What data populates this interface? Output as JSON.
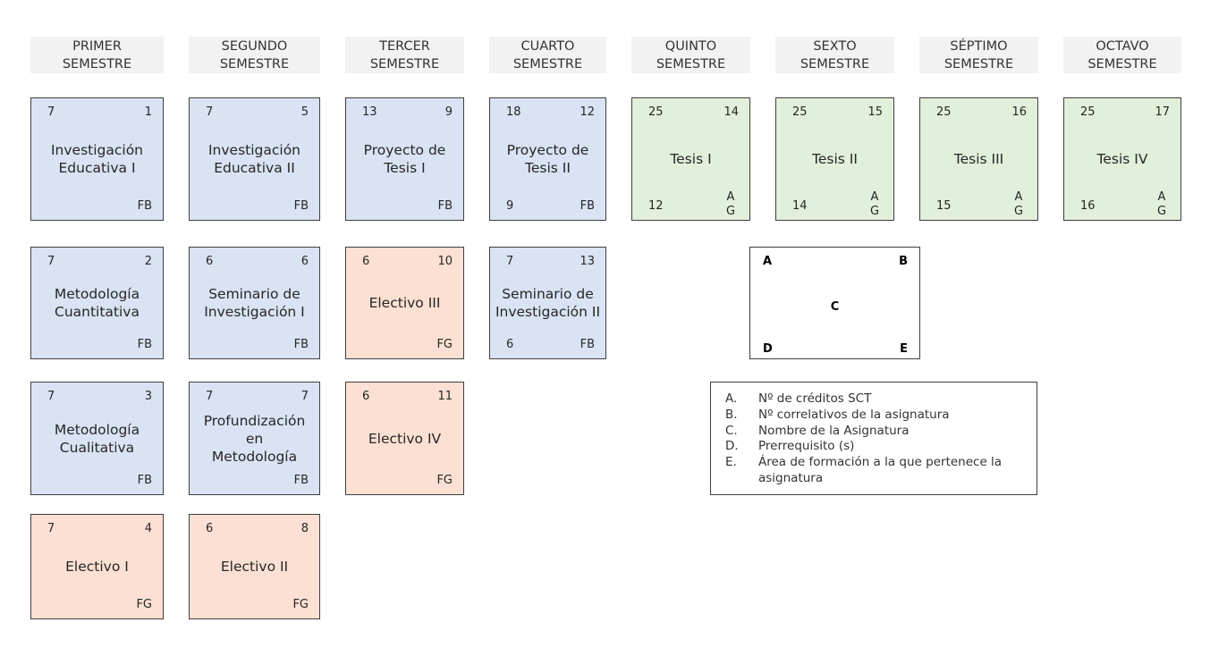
{
  "headers": [
    {
      "line1": "PRIMER",
      "line2": "SEMESTRE"
    },
    {
      "line1": "SEGUNDO",
      "line2": "SEMESTRE"
    },
    {
      "line1": "TERCER",
      "line2": "SEMESTRE"
    },
    {
      "line1": "CUARTO",
      "line2": "SEMESTRE"
    },
    {
      "line1": "QUINTO",
      "line2": "SEMESTRE"
    },
    {
      "line1": "SEXTO",
      "line2": "SEMESTRE"
    },
    {
      "line1": "SÉPTIMO",
      "line2": "SEMESTRE"
    },
    {
      "line1": "OCTAVO",
      "line2": "SEMESTRE"
    }
  ],
  "courses": [
    {
      "credits": "7",
      "number": "1",
      "name": "Investigación Educativa I",
      "prereq": "",
      "area": "FB",
      "area_color": "#dae3f3"
    },
    {
      "credits": "7",
      "number": "2",
      "name": "Metodología Cuantitativa",
      "prereq": "",
      "area": "FB",
      "area_color": "#dae3f3"
    },
    {
      "credits": "7",
      "number": "3",
      "name": "Metodología Cualitativa",
      "prereq": "",
      "area": "FB",
      "area_color": "#dae3f3"
    },
    {
      "credits": "7",
      "number": "4",
      "name": "Electivo I",
      "prereq": "",
      "area": "FG",
      "area_color": "#fbe0d3"
    },
    {
      "credits": "7",
      "number": "5",
      "name": "Investigación Educativa II",
      "prereq": "",
      "area": "FB",
      "area_color": "#dae3f3"
    },
    {
      "credits": "6",
      "number": "6",
      "name": "Seminario de Investigación I",
      "prereq": "",
      "area": "FB",
      "area_color": "#dae3f3"
    },
    {
      "credits": "7",
      "number": "7",
      "name": "Profundización en Metodología",
      "prereq": "",
      "area": "FB",
      "area_color": "#dae3f3"
    },
    {
      "credits": "6",
      "number": "8",
      "name": "Electivo II",
      "prereq": "",
      "area": "FG",
      "area_color": "#fbe0d3"
    },
    {
      "credits": "13",
      "number": "9",
      "name": "Proyecto de Tesis I",
      "prereq": "",
      "area": "FB",
      "area_color": "#dae3f3"
    },
    {
      "credits": "6",
      "number": "10",
      "name": "Electivo III",
      "prereq": "",
      "area": "FG",
      "area_color": "#fbe0d3"
    },
    {
      "credits": "6",
      "number": "11",
      "name": "Electivo IV",
      "prereq": "",
      "area": "FG",
      "area_color": "#fbe0d3"
    },
    {
      "credits": "18",
      "number": "12",
      "name": "Proyecto de Tesis II",
      "prereq": "9",
      "area": "FB",
      "area_color": "#dae3f3"
    },
    {
      "credits": "7",
      "number": "13",
      "name": "Seminario de Investigación II",
      "prereq": "6",
      "area": "FB",
      "area_color": "#dae3f3"
    },
    {
      "credits": "25",
      "number": "14",
      "name": "Tesis I",
      "prereq": "12",
      "area": "A G",
      "area_color": "#e2efda"
    },
    {
      "credits": "25",
      "number": "15",
      "name": "Tesis II",
      "prereq": "14",
      "area": "A G",
      "area_color": "#e2efda"
    },
    {
      "credits": "25",
      "number": "16",
      "name": "Tesis III",
      "prereq": "15",
      "area": "A G",
      "area_color": "#e2efda"
    },
    {
      "credits": "25",
      "number": "17",
      "name": "Tesis IV",
      "prereq": "16",
      "area": "A G",
      "area_color": "#e2efda"
    }
  ],
  "reference_card": {
    "a": "A",
    "b": "B",
    "c": "C",
    "d": "D",
    "e": "E"
  },
  "legend": [
    {
      "key": "A.",
      "text": "Nº de créditos SCT"
    },
    {
      "key": "B.",
      "text": "Nº correlativos de la asignatura"
    },
    {
      "key": "C.",
      "text": "Nombre de la Asignatura"
    },
    {
      "key": "D.",
      "text": "Prerrequisito (s)"
    },
    {
      "key": "E.",
      "text": "Área de formación a la que pertenece la asignatura"
    }
  ]
}
